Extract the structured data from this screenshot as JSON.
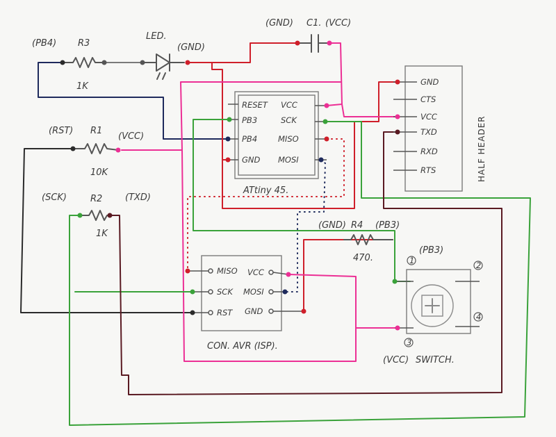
{
  "colors": {
    "black": "#2b2b2b",
    "navy": "#1e2a5c",
    "red": "#cf1f2a",
    "pink": "#ec2f95",
    "green": "#3aa23a",
    "maroon": "#5a1a22",
    "gray": "#7a7a7a",
    "paper": "#f7f7f5"
  },
  "components": {
    "r3": {
      "name": "R3",
      "value": "1K",
      "net": "(PB4)"
    },
    "led": {
      "name": "LED.",
      "net": "(GND)"
    },
    "c1": {
      "name": "C1.",
      "net_left": "(GND)",
      "net_right": "(VCC)"
    },
    "r1": {
      "name": "R1",
      "value": "10K",
      "net_left": "(RST)",
      "net_right": "(VCC)"
    },
    "r2": {
      "name": "R2",
      "value": "1K",
      "net_left": "(SCK)",
      "net_right": "(TXD)"
    },
    "r4": {
      "name": "R4",
      "value": "470.",
      "net_left": "(GND)",
      "net_right": "(PB3)"
    },
    "attiny": {
      "name": "ATtiny 45.",
      "pins_left": [
        "RESET",
        "PB3",
        "PB4",
        "GND"
      ],
      "pins_right": [
        "VCC",
        "SCK",
        "MISO",
        "MOSI"
      ]
    },
    "header": {
      "name": "HALF HEADER",
      "pins": [
        "GND",
        "CTS",
        "VCC",
        "TXD",
        "RXD",
        "RTS"
      ]
    },
    "isp": {
      "name": "CON. AVR (ISP).",
      "pins_left": [
        "MISO",
        "SCK",
        "RST"
      ],
      "pins_right": [
        "VCC",
        "MOSI",
        "GND"
      ]
    },
    "switch": {
      "name": "SWITCH.",
      "net_top": "(PB3)",
      "net_bottom": "(VCC)",
      "pin_numbers": [
        "1",
        "2",
        "3",
        "4"
      ]
    }
  }
}
